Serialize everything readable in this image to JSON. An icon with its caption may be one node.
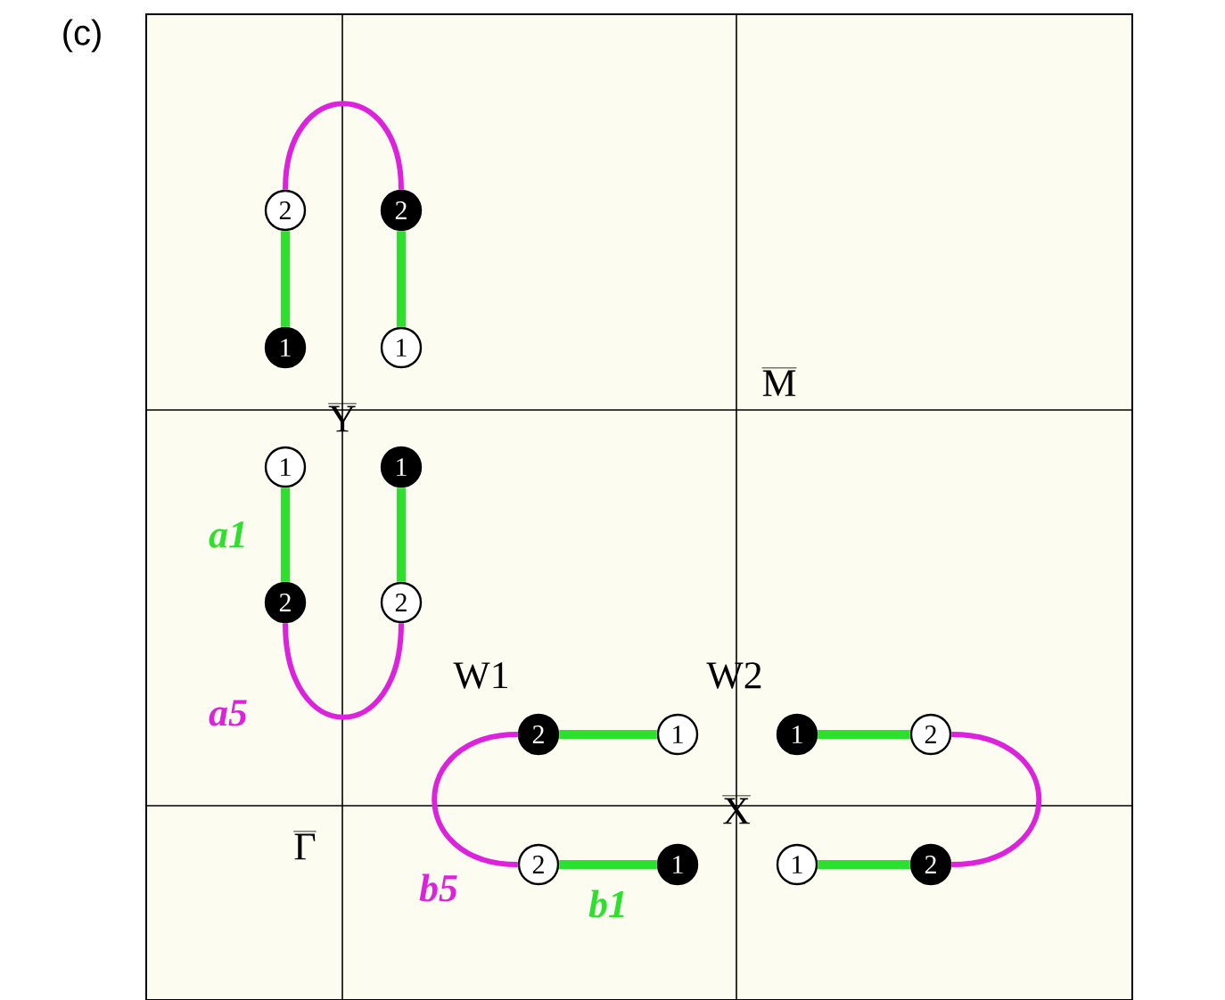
{
  "diagram": {
    "nodes": [
      {
        "text": [
          "2"
        ]
      },
      {
        "text": [
          "2"
        ]
      },
      {
        "text": [
          "1"
        ]
      },
      {
        "text": [
          "1"
        ]
      },
      {
        "text": [
          "1"
        ]
      },
      {
        "text": [
          "1"
        ]
      },
      {
        "text": [
          "2"
        ]
      },
      {
        "text": [
          "2"
        ]
      },
      {
        "text": [
          "2"
        ]
      },
      {
        "text": [
          "1"
        ]
      },
      {
        "text": [
          "1"
        ]
      },
      {
        "text": [
          "2"
        ]
      },
      {
        "text": [
          "2"
        ]
      },
      {
        "text": [
          "1"
        ]
      },
      {
        "text": [
          "1"
        ]
      },
      {
        "text": [
          "2"
        ]
      }
    ],
    "edges": [
      {
        "from": 0,
        "to": 2,
        "arrow": "none"
      },
      {
        "from": 1,
        "to": 3,
        "arrow": "none"
      },
      {
        "from": 0,
        "to": 1,
        "arrow": "none",
        "color": "#dd22dd"
      },
      {
        "from": 4,
        "to": 6,
        "arrow": "none"
      },
      {
        "from": 5,
        "to": 7,
        "arrow": "none"
      },
      {
        "from": 6,
        "to": 7,
        "arrow": "none",
        "color": "#dd22dd"
      },
      {
        "from": 8,
        "to": 9,
        "arrow": "none"
      },
      {
        "from": 10,
        "to": 11,
        "arrow": "none"
      },
      {
        "from": 12,
        "to": 13,
        "arrow": "none"
      },
      {
        "from": 14,
        "to": 15,
        "arrow": "none"
      },
      {
        "from": 8,
        "to": 12,
        "arrow": "none",
        "color": "#dd22dd"
      },
      {
        "from": 11,
        "to": 15,
        "arrow": "none",
        "color": "#dd22dd"
      }
    ],
    "labels": [
      "(c)",
      "Y",
      "M",
      "a1",
      "W1",
      "W2",
      "a5",
      "X",
      "Γ",
      "b5",
      "b1"
    ]
  }
}
